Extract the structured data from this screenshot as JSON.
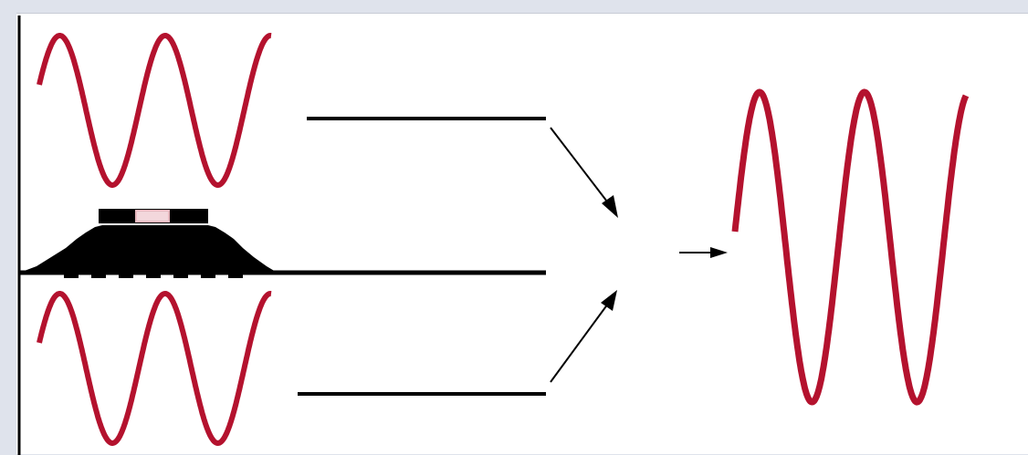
{
  "diagram": {
    "kind": "wave-superposition",
    "description_visible_text": "",
    "colors": {
      "wave": "#b4122e",
      "ink": "#000000",
      "background": "#ffffff",
      "page": "#dfe3ec",
      "speaker_mesh": "#e7b8bf"
    },
    "input_waves": [
      {
        "id": "upper",
        "cycles": 2,
        "amplitude": 1,
        "phase": "in-phase"
      },
      {
        "id": "lower",
        "cycles": 2,
        "amplitude": 1,
        "phase": "in-phase"
      }
    ],
    "output_wave": {
      "id": "resultant",
      "cycles": 2,
      "amplitude": 2
    },
    "icons": [
      "speaker-icon",
      "arrow-icon"
    ]
  }
}
